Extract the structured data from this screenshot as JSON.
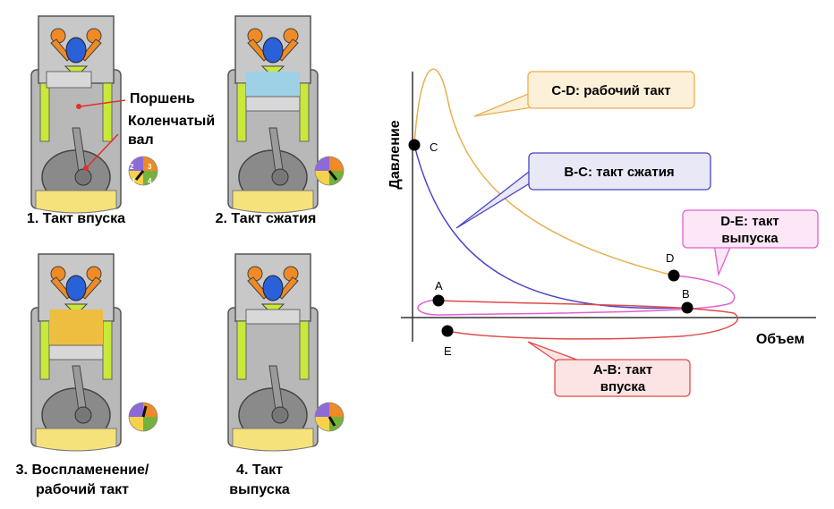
{
  "engine": {
    "part_labels": {
      "piston": "Поршень",
      "crankshaft_line1": "Коленчатый",
      "crankshaft_line2": "вал"
    },
    "gauge_numbers": [
      "1",
      "2",
      "3",
      "4"
    ],
    "strokes": [
      {
        "caption": [
          "1. Такт впуска"
        ]
      },
      {
        "caption": [
          "2. Такт сжатия"
        ]
      },
      {
        "caption": [
          "3. Воспламенение/",
          "рабочий такт"
        ]
      },
      {
        "caption": [
          "4. Такт",
          "выпуска"
        ]
      }
    ]
  },
  "pv_diagram": {
    "ylabel": "Давление",
    "xlabel": "Объем",
    "points": [
      "A",
      "B",
      "C",
      "D",
      "E"
    ],
    "callouts": {
      "cd": {
        "lines": [
          "C-D: рабочий такт"
        ],
        "color": "#f5a623"
      },
      "bc": {
        "lines": [
          "B-C: такт сжатия"
        ],
        "color": "#4a44c6"
      },
      "de": {
        "lines": [
          "D-E: такт",
          "выпуска"
        ],
        "color": "#e060d0"
      },
      "ab": {
        "lines": [
          "A-B: такт",
          "впуска"
        ],
        "color": "#e04a4a"
      }
    },
    "colors": {
      "power_curve": "#e8b050",
      "compression_curve": "#4a44c6",
      "exhaust_curve": "#e060d0",
      "intake_curve": "#e04a4a"
    }
  }
}
